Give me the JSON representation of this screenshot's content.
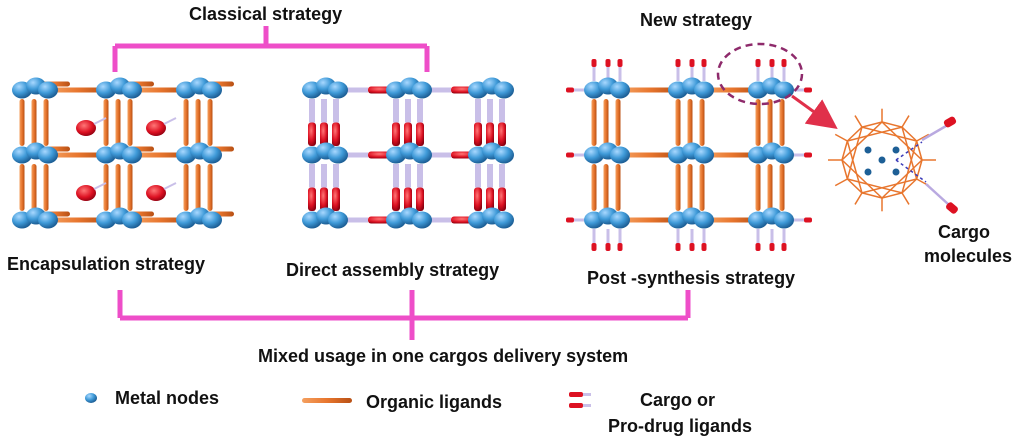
{
  "labels": {
    "classical": "Classical strategy",
    "new": "New strategy",
    "encapsulation": "Encapsulation strategy",
    "direct": "Direct assembly strategy",
    "post": "Post -synthesis strategy",
    "cargo_line1": "Cargo",
    "cargo_line2": "molecules",
    "mixed": "Mixed usage in one cargos delivery system"
  },
  "legend": {
    "metal_nodes": "Metal nodes",
    "organic_ligands": "Organic ligands",
    "cargo_line1": "Cargo or",
    "cargo_line2": "Pro-drug ligands"
  },
  "colors": {
    "bracket": "#ee4ec8",
    "metal_node": "#3f9ad8",
    "organic_ligand": "#e8762e",
    "cargo": "#dd1122",
    "prodrug_stick": "#b9a9e0",
    "dashed_circle": "#8e2a6b",
    "arrow": "#e0304a"
  }
}
